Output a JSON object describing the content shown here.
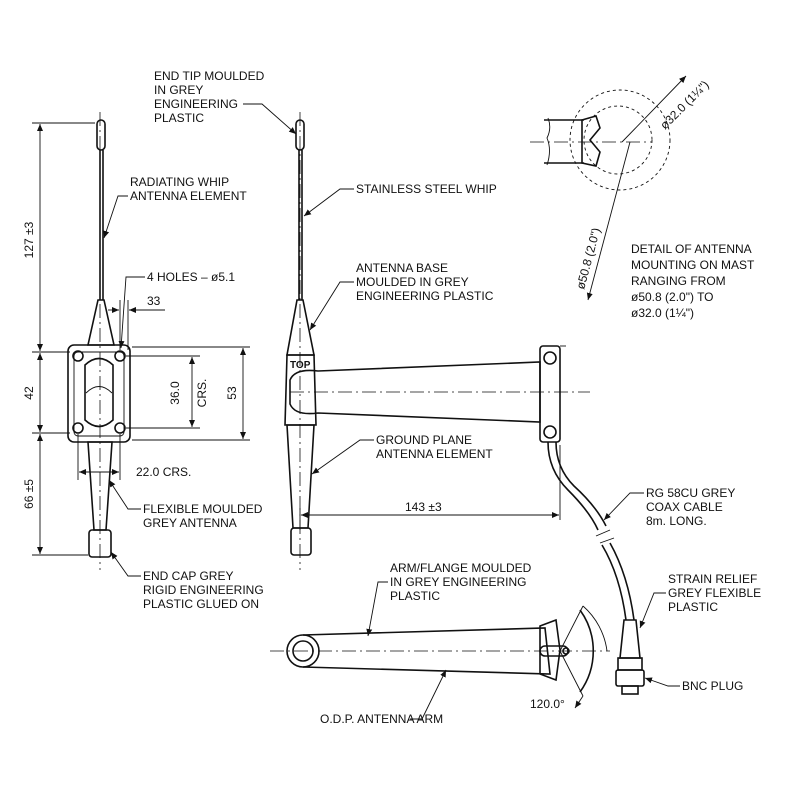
{
  "labels": {
    "end_tip": [
      "END TIP MOULDED",
      "IN GREY",
      "ENGINEERING",
      "PLASTIC"
    ],
    "radiating": [
      "RADIATING WHIP",
      "ANTENNA ELEMENT"
    ],
    "stainless": "STAINLESS STEEL WHIP",
    "holes": "4 HOLES – ø5.1",
    "antenna_base": [
      "ANTENNA BASE",
      "MOULDED IN GREY",
      "ENGINEERING PLASTIC"
    ],
    "ground_plane": [
      "GROUND PLANE",
      "ANTENNA ELEMENT"
    ],
    "flexible": [
      "FLEXIBLE MOULDED",
      "GREY ANTENNA"
    ],
    "end_cap": [
      "END CAP GREY",
      "RIGID ENGINEERING",
      "PLASTIC GLUED ON"
    ],
    "rg58": [
      "RG 58CU GREY",
      "COAX CABLE",
      "8m. LONG."
    ],
    "strain": [
      "STRAIN RELIEF",
      "GREY FLEXIBLE",
      "PLASTIC"
    ],
    "bnc": "BNC PLUG",
    "arm_flange": [
      "ARM/FLANGE MOULDED",
      "IN GREY ENGINEERING",
      "PLASTIC"
    ],
    "odp": "O.D.P. ANTENNA ARM",
    "detail": [
      "DETAIL OF ANTENNA",
      "MOUNTING ON MAST",
      "RANGING FROM",
      "ø50.8 (2.0\") TO",
      "ø32.0 (1¼\")"
    ],
    "top_mark": "TOP"
  },
  "dimensions": {
    "whip_len": "127 ±3",
    "flange_33": "33",
    "flange_42": "42",
    "holes_36": "36.0",
    "holes_crs": "CRS.",
    "flange_53": "53",
    "lower_66": "66 ±5",
    "holes_22": "22.0 CRS.",
    "arm_143": "143 ±3",
    "mast_32": "ø32.0 (1¼\")",
    "mast_50": "ø50.8 (2.0\")",
    "angle_120": "120.0°"
  }
}
